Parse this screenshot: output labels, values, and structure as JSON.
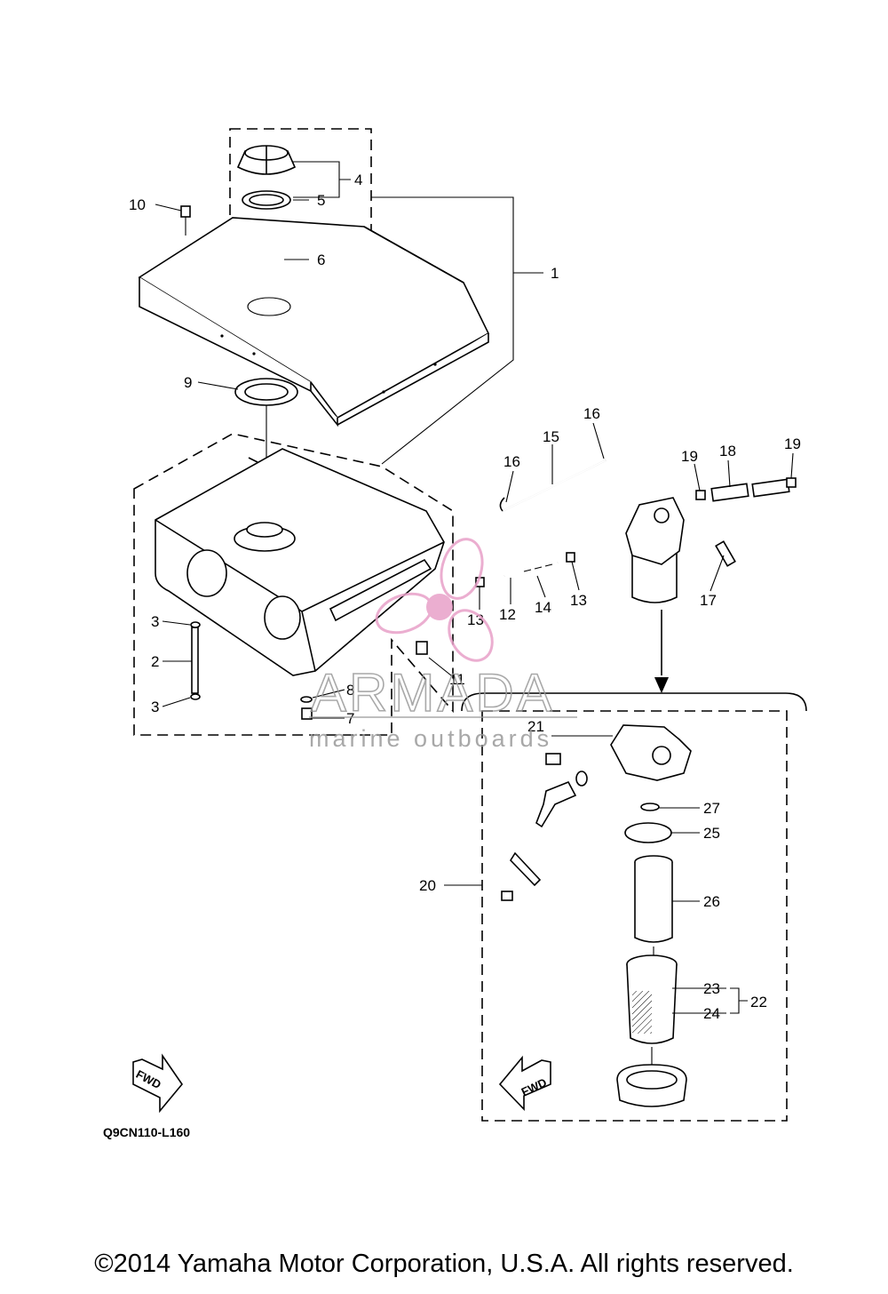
{
  "callouts": [
    {
      "label": "1"
    },
    {
      "label": "2"
    },
    {
      "label": "3"
    },
    {
      "label": "3"
    },
    {
      "label": "4"
    },
    {
      "label": "5"
    },
    {
      "label": "6"
    },
    {
      "label": "7"
    },
    {
      "label": "8"
    },
    {
      "label": "9"
    },
    {
      "label": "10"
    },
    {
      "label": "11"
    },
    {
      "label": "12"
    },
    {
      "label": "13"
    },
    {
      "label": "13"
    },
    {
      "label": "14"
    },
    {
      "label": "15"
    },
    {
      "label": "16"
    },
    {
      "label": "16"
    },
    {
      "label": "17"
    },
    {
      "label": "18"
    },
    {
      "label": "19"
    },
    {
      "label": "19"
    },
    {
      "label": "20"
    },
    {
      "label": "21"
    },
    {
      "label": "22"
    },
    {
      "label": "23"
    },
    {
      "label": "24"
    },
    {
      "label": "25"
    },
    {
      "label": "26"
    },
    {
      "label": "27"
    }
  ],
  "diagram_code": "Q9CN110-L160",
  "fwd_label": "FWD",
  "watermark": {
    "brand": "ARMADA",
    "tagline": "marine outboards",
    "color": "#e8a0c8"
  },
  "copyright": "©2014 Yamaha Motor Corporation, U.S.A. All rights reserved."
}
